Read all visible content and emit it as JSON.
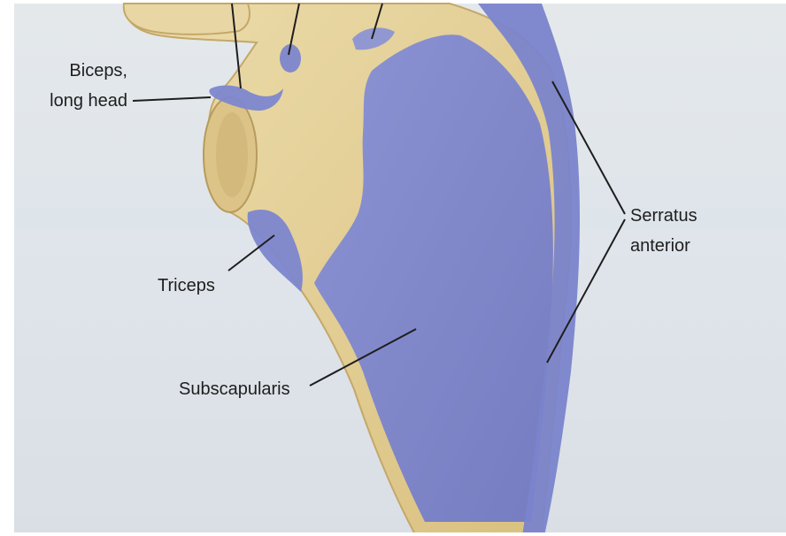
{
  "labels": {
    "biceps_line1": "Biceps,",
    "biceps_line2": "long head",
    "triceps": "Triceps",
    "subscapularis": "Subscapularis",
    "serratus_line1": "Serratus",
    "serratus_line2": "anterior"
  },
  "colors": {
    "bone": "#e6d29c",
    "muscle": "#7e87cf",
    "page": "#e3e8ec"
  }
}
